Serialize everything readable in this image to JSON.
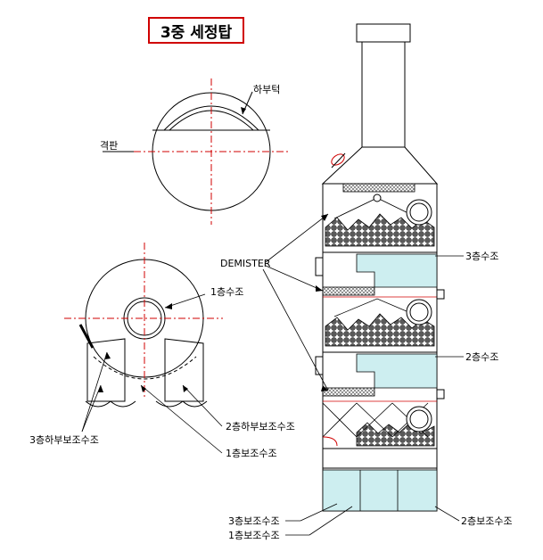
{
  "title": "3중 세정탑",
  "labels": {
    "lower_weir": "하부턱",
    "partition": "격판",
    "demister": "DEMISTER",
    "tank_1f": "1층수조",
    "tank_3f": "3층수조",
    "tank_2f": "2층수조",
    "aux_3f_lower": "3층하부보조수조",
    "aux_2f_lower": "2층하부보조수조",
    "aux_1f": "1층보조수조",
    "aux_3f": "3층보조수조",
    "aux_1f_bottom": "1층보조수조",
    "aux_2f": "2층보조수조"
  },
  "colors": {
    "line": "#000000",
    "center_line": "#d00000",
    "water": "#cdeef0",
    "packing": "#404040",
    "title_border": "#d00000"
  }
}
